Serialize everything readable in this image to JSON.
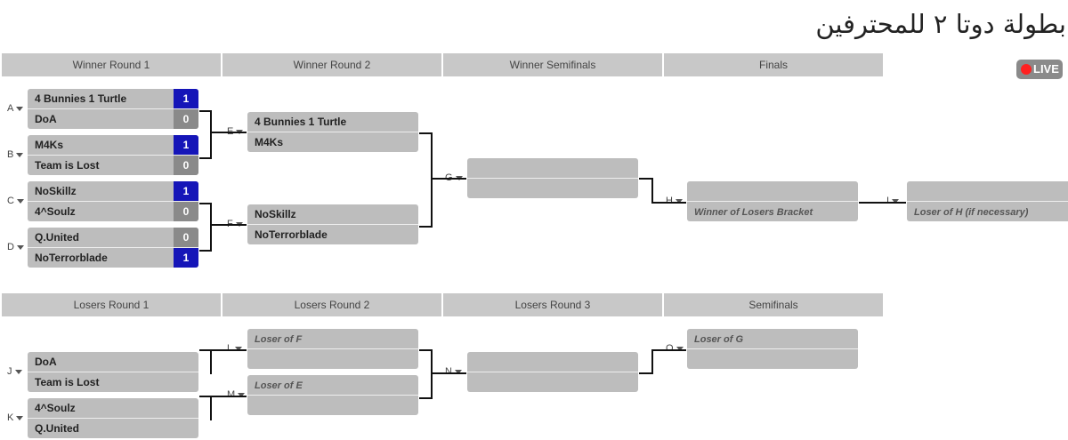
{
  "page": {
    "title": "بطولة دوتا ٢ للمحترفين",
    "live_label": "LIVE",
    "colors": {
      "header_bg": "#c8c8c8",
      "match_bg": "#bdbdbd",
      "win_score": "#1515b8",
      "loss_score": "#8a8a8a",
      "live_dot": "#ff2020"
    }
  },
  "winners": {
    "headers": [
      "Winner Round 1",
      "Winner Round 2",
      "Winner Semifinals",
      "Finals"
    ],
    "matches": {
      "A": {
        "label": "A",
        "top": {
          "name": "4 Bunnies 1 Turtle",
          "score": "1"
        },
        "bottom": {
          "name": "DoA",
          "score": "0"
        }
      },
      "B": {
        "label": "B",
        "top": {
          "name": "M4Ks",
          "score": "1"
        },
        "bottom": {
          "name": "Team is Lost",
          "score": "0"
        }
      },
      "C": {
        "label": "C",
        "top": {
          "name": "NoSkillz",
          "score": "1"
        },
        "bottom": {
          "name": "4^Soulz",
          "score": "0"
        }
      },
      "D": {
        "label": "D",
        "top": {
          "name": "Q.United",
          "score": "0"
        },
        "bottom": {
          "name": "NoTerrorblade",
          "score": "1"
        }
      },
      "E": {
        "label": "E",
        "top": {
          "name": "4 Bunnies 1 Turtle"
        },
        "bottom": {
          "name": "M4Ks"
        }
      },
      "F": {
        "label": "F",
        "top": {
          "name": "NoSkillz"
        },
        "bottom": {
          "name": "NoTerrorblade"
        }
      },
      "G": {
        "label": "G",
        "top": {
          "name": ""
        },
        "bottom": {
          "name": ""
        }
      },
      "H": {
        "label": "H",
        "top": {
          "name": ""
        },
        "bottom": {
          "placeholder": "Winner of Losers Bracket"
        }
      },
      "I": {
        "label": "I",
        "top": {
          "name": ""
        },
        "bottom": {
          "placeholder": "Loser of H (if necessary)"
        }
      }
    }
  },
  "losers": {
    "headers": [
      "Losers Round 1",
      "Losers Round 2",
      "Losers Round 3",
      "Semifinals"
    ],
    "matches": {
      "J": {
        "label": "J",
        "top": {
          "name": "DoA"
        },
        "bottom": {
          "name": "Team is Lost"
        }
      },
      "K": {
        "label": "K",
        "top": {
          "name": "4^Soulz"
        },
        "bottom": {
          "name": "Q.United"
        }
      },
      "L": {
        "label": "L",
        "top": {
          "placeholder": "Loser of F"
        },
        "bottom": {
          "name": ""
        }
      },
      "M": {
        "label": "M",
        "top": {
          "placeholder": "Loser of E"
        },
        "bottom": {
          "name": ""
        }
      },
      "N": {
        "label": "N",
        "top": {
          "name": ""
        },
        "bottom": {
          "name": ""
        }
      },
      "O": {
        "label": "O",
        "top": {
          "placeholder": "Loser of G"
        },
        "bottom": {
          "name": ""
        }
      }
    }
  }
}
